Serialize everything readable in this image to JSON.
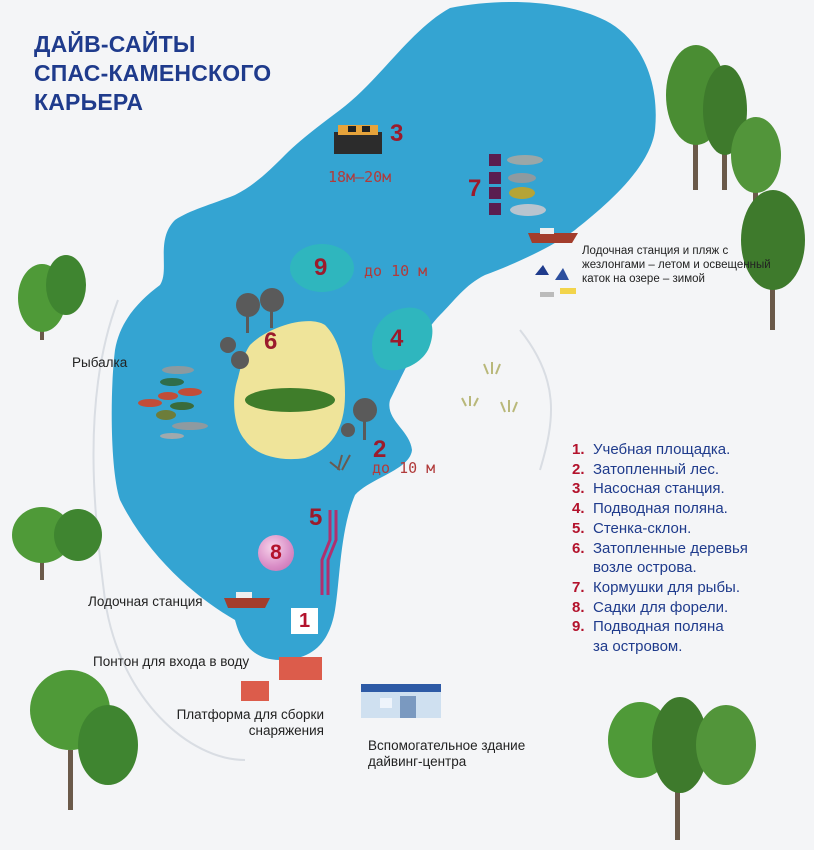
{
  "title": "ДАЙВ-САЙТЫ\nСПАС-КАМЕНСКОГО\nКАРЬЕРА",
  "sites": [
    {
      "number": "3",
      "depth": "18м–20м",
      "icon": "pump-station-icon"
    },
    {
      "number": "7",
      "icon": "fish-feeders-icon"
    },
    {
      "number": "9",
      "depth": "до 10 м"
    },
    {
      "number": "4"
    },
    {
      "number": "6",
      "icon": "flooded-trees-icon"
    },
    {
      "number": "2",
      "depth": "до 10 м"
    },
    {
      "number": "5",
      "icon": "wall-slope-icon"
    },
    {
      "number": "8",
      "icon": "trout-cage-icon"
    },
    {
      "number": "1",
      "icon": "training-platform-icon"
    }
  ],
  "labels": {
    "boat_beach": "Лодочная станция и пляж с жезлонгами – летом и освещенный каток на озере – зимой",
    "fishing": "Рыбалка",
    "boat_station": "Лодочная станция",
    "pontoon": "Понтон для входа в воду",
    "platform": "Платформа для сборки снаряжения",
    "building": "Вспомогательное здание дайвинг-центра"
  },
  "legend": [
    {
      "num": "1.",
      "text": "Учебная площадка."
    },
    {
      "num": "2.",
      "text": "Затопленный лес."
    },
    {
      "num": "3.",
      "text": "Насосная станция."
    },
    {
      "num": "4.",
      "text": "Подводная поляна."
    },
    {
      "num": "5.",
      "text": "Стенка-склон."
    },
    {
      "num": "6.",
      "text": "Затопленные деревья",
      "cont": "возле острова."
    },
    {
      "num": "7.",
      "text": "Кормушки для рыбы."
    },
    {
      "num": "8.",
      "text": "Садки для форели."
    },
    {
      "num": "9.",
      "text": "Подводная поляна",
      "cont": "за островом."
    }
  ],
  "colors": {
    "water": "#34a4d2",
    "shallow": "#31b7bf",
    "island": "#efe49a",
    "title": "#1f3b8c",
    "marker": "#9b1b2c"
  }
}
